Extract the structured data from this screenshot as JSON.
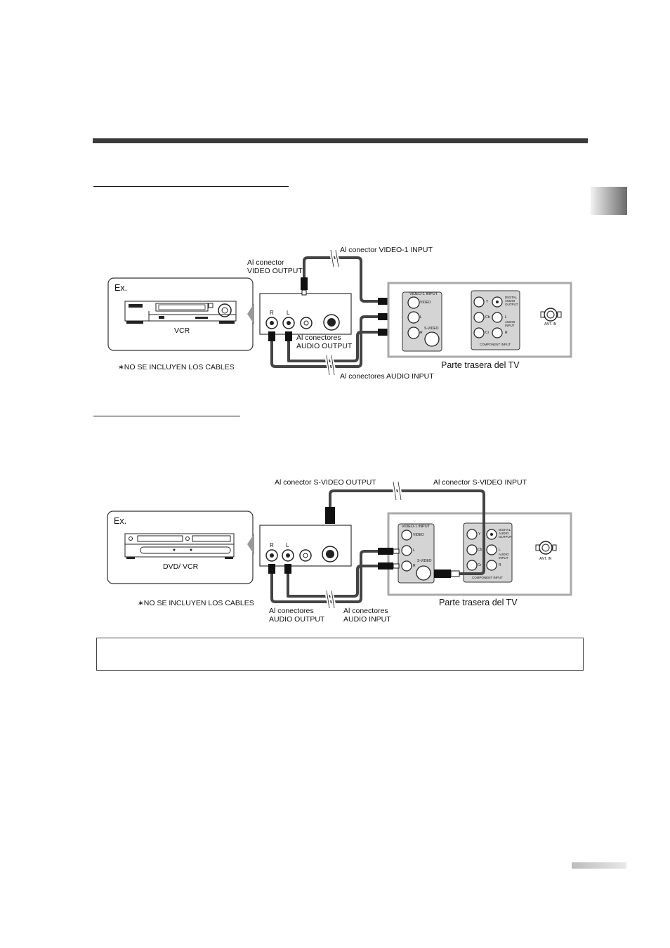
{
  "diagram1": {
    "device_label": "VCR",
    "ex_label": "Ex.",
    "cable_note": "∗NO SE INCLUYEN LOS CABLES",
    "to_video_output": [
      "Al conector",
      "VIDEO OUTPUT"
    ],
    "to_video1_input": "Al conector VIDEO-1 INPUT",
    "to_audio_output": [
      "Al conectores",
      "AUDIO OUTPUT"
    ],
    "to_audio_input": "Al conectores AUDIO INPUT",
    "tv_rear": "Parte trasera del TV",
    "jack_r": "R",
    "jack_l": "L"
  },
  "diagram2": {
    "device_label": "DVD/ VCR",
    "ex_label": "Ex.",
    "cable_note": "∗NO SE INCLUYEN LOS CABLES",
    "to_svideo_output": "Al conector S-VIDEO OUTPUT",
    "to_svideo_input": "Al conector S-VIDEO INPUT",
    "to_audio_output": [
      "Al conectores",
      "AUDIO OUTPUT"
    ],
    "to_audio_input": [
      "Al conectores",
      "AUDIO INPUT"
    ],
    "tv_rear": "Parte trasera del TV",
    "jack_r": "R",
    "jack_l": "L"
  },
  "tv_panel": {
    "video1_input": "VIDEO-1 INPUT",
    "video": "VIDEO",
    "l": "L",
    "r": "R",
    "svideo": "S-VIDEO",
    "y": "Y",
    "cb": "Cb",
    "cr": "Cr",
    "digital_audio": [
      "DIGITAL",
      "AUDIO",
      "OUTPUT"
    ],
    "audio_input": [
      "AUDIO",
      "INPUT"
    ],
    "component_input": "COMPONENT INPUT",
    "ant_in": "ANT. IN"
  }
}
